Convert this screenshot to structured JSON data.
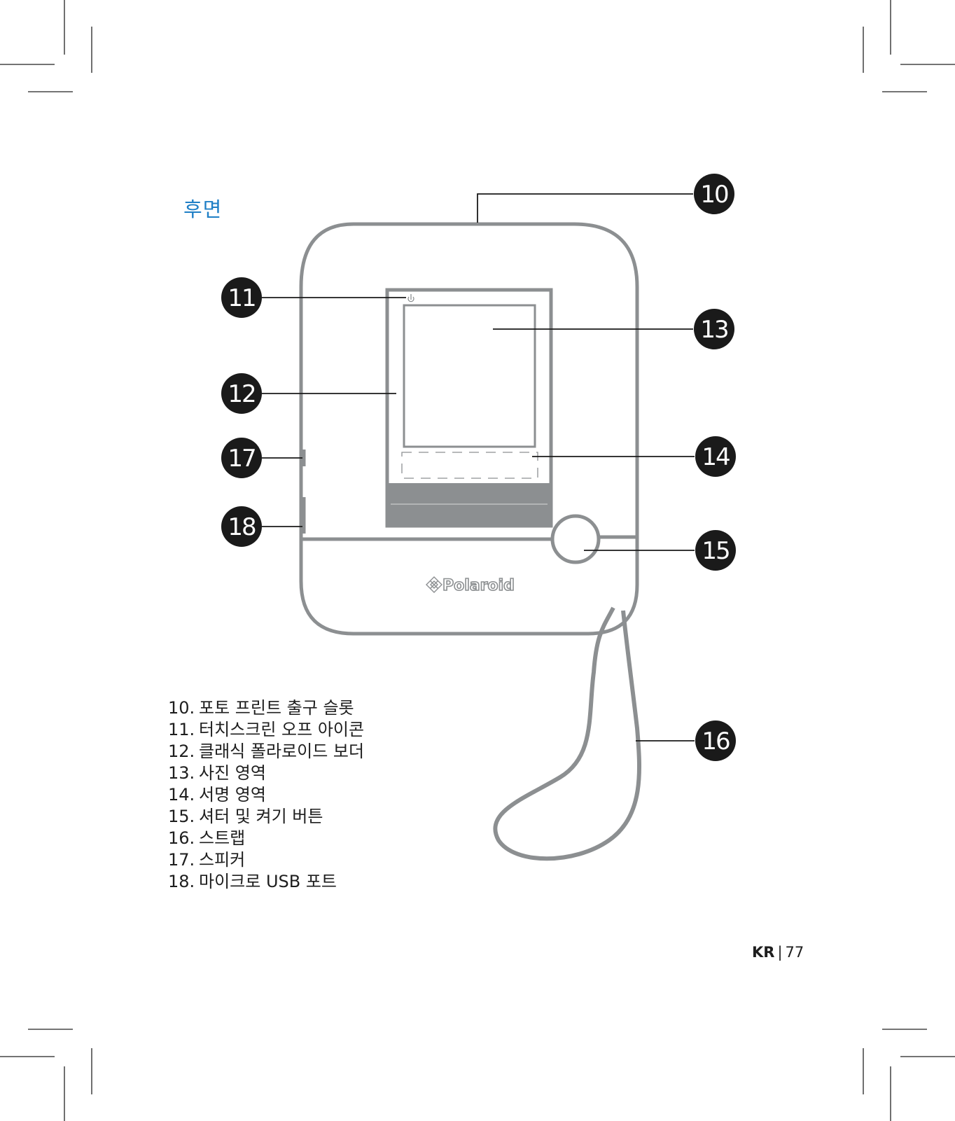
{
  "section_title": "후면",
  "brand": "Polaroid",
  "callouts": [
    {
      "num": "10",
      "label": "포토 프린트 출구 슬롯"
    },
    {
      "num": "11",
      "label": "터치스크린 오프 아이콘"
    },
    {
      "num": "12",
      "label": "클래식 폴라로이드 보더"
    },
    {
      "num": "13",
      "label": "사진 영역"
    },
    {
      "num": "14",
      "label": "서명 영역"
    },
    {
      "num": "15",
      "label": "셔터 및 켜기 버튼"
    },
    {
      "num": "16",
      "label": "스트랩"
    },
    {
      "num": "17",
      "label": "스피커"
    },
    {
      "num": "18",
      "label": "마이크로 USB 포트"
    }
  ],
  "legend": [
    {
      "num": "10.",
      "label": "포토 프린트 출구 슬롯"
    },
    {
      "num": "11.",
      "label": "터치스크린 오프 아이콘"
    },
    {
      "num": "12.",
      "label": "클래식 폴라로이드 보더"
    },
    {
      "num": "13.",
      "label": "사진 영역"
    },
    {
      "num": "14.",
      "label": "서명 영역"
    },
    {
      "num": "15.",
      "label": "셔터 및 켜기 버튼"
    },
    {
      "num": "16.",
      "label": "스트랩"
    },
    {
      "num": "17.",
      "label": "스피커"
    },
    {
      "num": "18.",
      "label": "마이크로 USB 포트"
    }
  ],
  "footer": {
    "lang": "KR",
    "separator": "|",
    "page": "77"
  },
  "colors": {
    "title": "#1f7fc6",
    "device_outline": "#8c8f91",
    "callout_fill": "#1a1a1a",
    "text": "#1e1e1e"
  },
  "icons": [
    "power-icon",
    "polaroid-logo-icon"
  ]
}
